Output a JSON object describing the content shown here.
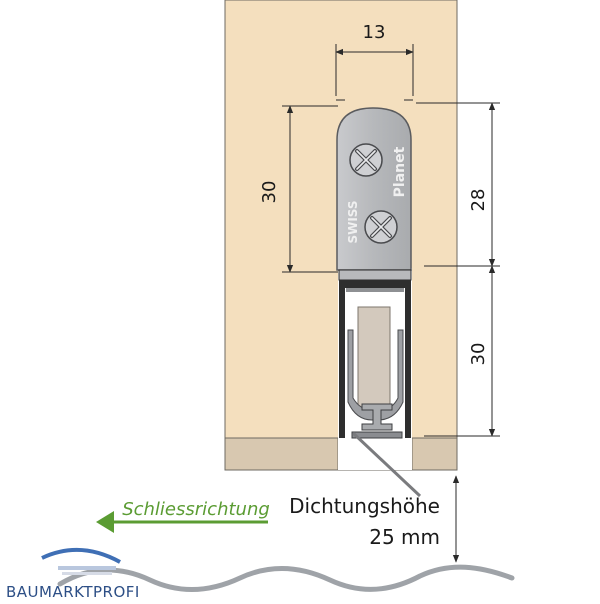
{
  "dimensions": {
    "top_width": "13",
    "left_height": "30",
    "right_upper": "28",
    "right_lower": "30"
  },
  "plate_text": {
    "brand": "Planet",
    "origin": "SWISS"
  },
  "labels": {
    "closing_direction": "Schliessrichtung",
    "seal_height_label": "Dichtungshöhe",
    "seal_height_value": "25 mm"
  },
  "logo": {
    "text": "BAUMARKTPROFI"
  },
  "colors": {
    "door_wood": "#f4dfbe",
    "door_bottom_edge": "#d8c8b0",
    "metal": "#b8b9bc",
    "seal_block": "#d3c9bd",
    "arrow_green": "#5b9c33",
    "floor": "#9fa3a8"
  }
}
